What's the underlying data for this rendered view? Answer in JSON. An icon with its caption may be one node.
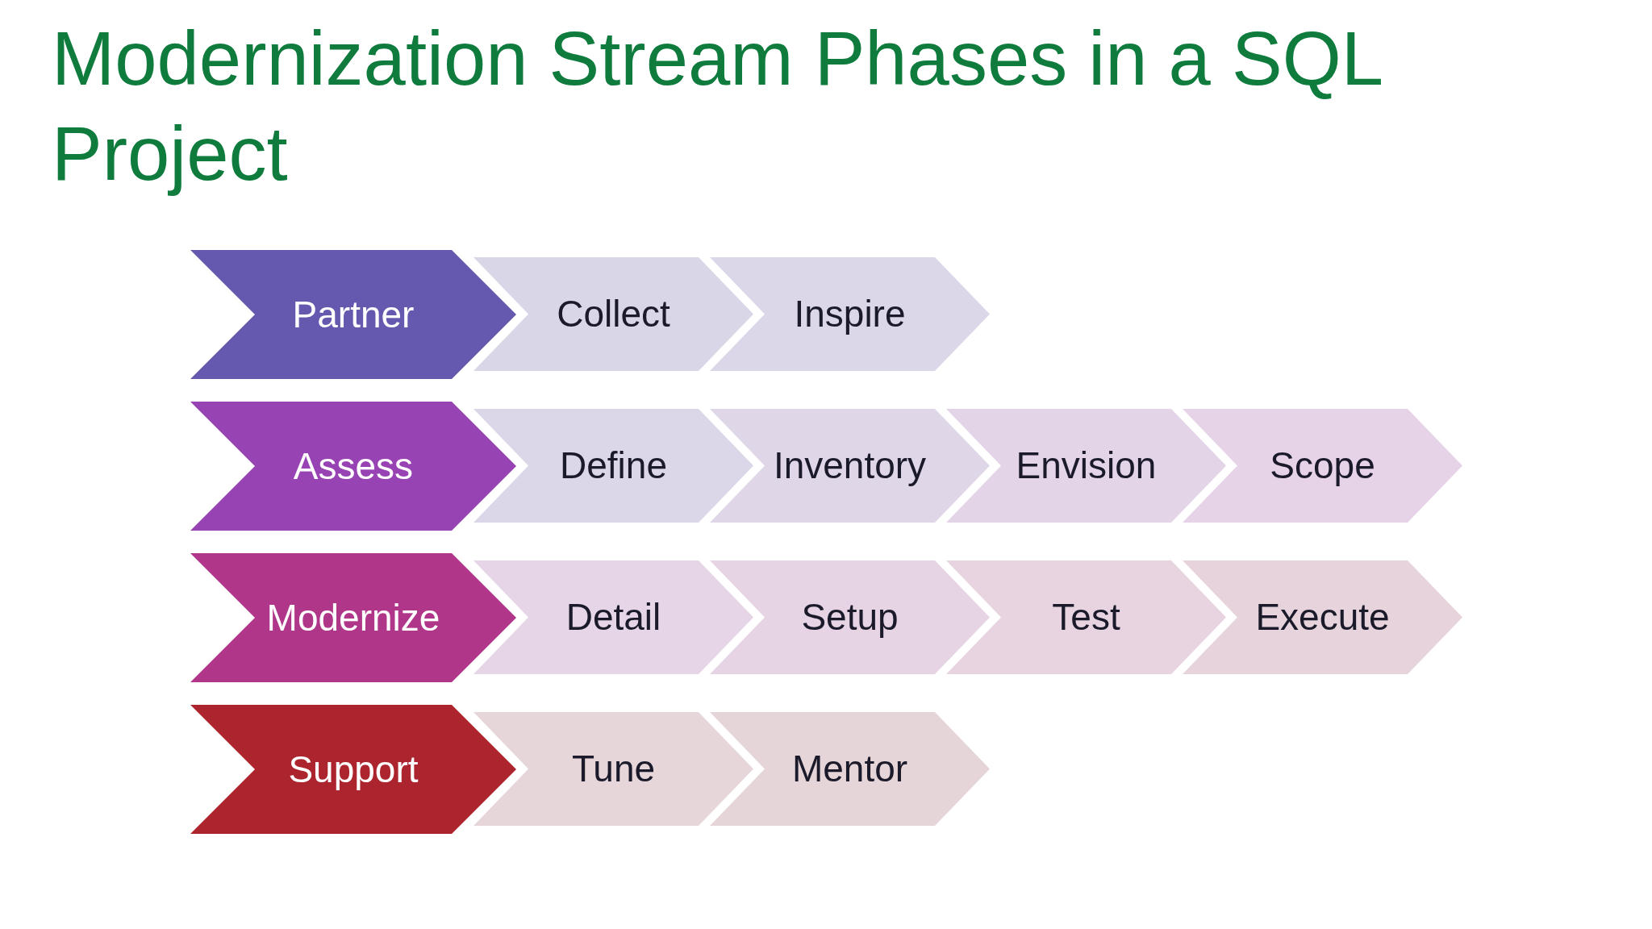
{
  "diagram": {
    "title": "Modernization Stream Phases in a SQL Project",
    "nodes": [
      {
        "text": [
          "Partner"
        ]
      },
      {
        "text": [
          "Collect"
        ]
      },
      {
        "text": [
          "Inspire"
        ]
      },
      {
        "text": [
          "Assess"
        ]
      },
      {
        "text": [
          "Define"
        ]
      },
      {
        "text": [
          "Inventory"
        ]
      },
      {
        "text": [
          "Envision"
        ]
      },
      {
        "text": [
          "Scope"
        ]
      },
      {
        "text": [
          "Modernize"
        ]
      },
      {
        "text": [
          "Detail"
        ]
      },
      {
        "text": [
          "Setup"
        ]
      },
      {
        "text": [
          "Test"
        ]
      },
      {
        "text": [
          "Execute"
        ]
      },
      {
        "text": [
          "Support"
        ]
      },
      {
        "text": [
          "Tune"
        ]
      },
      {
        "text": [
          "Mentor"
        ]
      }
    ]
  }
}
